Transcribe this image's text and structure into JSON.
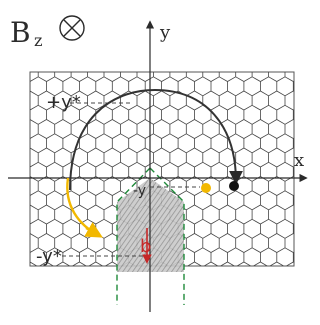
{
  "field": {
    "label": "B",
    "subscript": "z",
    "direction_icon": "into-page-icon"
  },
  "axes": {
    "x_label": "x",
    "y_label": "y"
  },
  "labels": {
    "top_y_star": "+y*",
    "bottom_y_star": "-y*",
    "mid_y": "-y",
    "b_vector": "b"
  },
  "colors": {
    "ink": "#2b2b2b",
    "lattice": "#444444",
    "orbit": "#333333",
    "yellow_path": "#f2b800",
    "b_arrow": "#c62828",
    "boundary": "#1f8a3a",
    "shade": "#9e9e9e"
  }
}
